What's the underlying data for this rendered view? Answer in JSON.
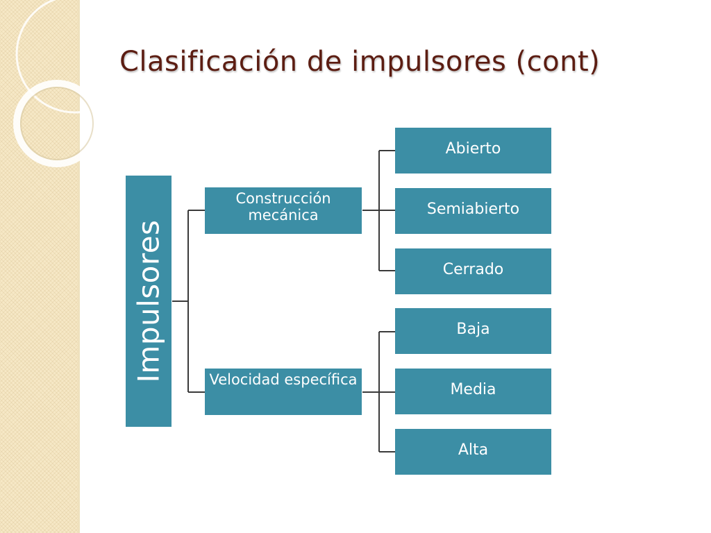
{
  "slide": {
    "title": "Clasificación de impulsores (cont)"
  },
  "theme": {
    "title_color": "#5c1d12",
    "box_color": "#3c8ea5",
    "box_text_color": "#ffffff",
    "connector_color": "#3a3a3a",
    "side_band_color": "#f6e8c6"
  },
  "diagram": {
    "root": {
      "label": "Impulsores"
    },
    "branches": [
      {
        "label": "Construcción mecánica",
        "children": [
          "Abierto",
          "Semiabierto",
          "Cerrado"
        ]
      },
      {
        "label": "Velocidad específica",
        "children": [
          "Baja",
          "Media",
          "Alta"
        ]
      }
    ]
  }
}
